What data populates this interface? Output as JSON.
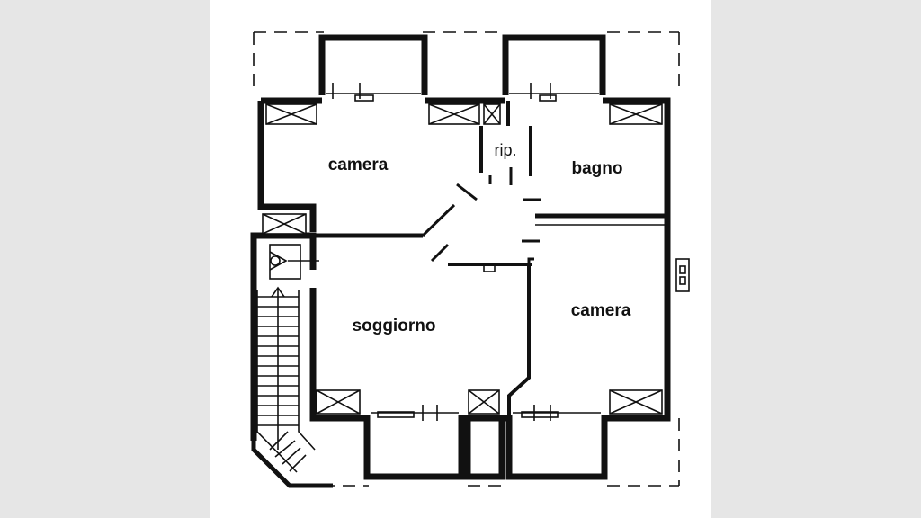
{
  "plan": {
    "rooms": [
      {
        "key": "camera-top-left",
        "label": "camera"
      },
      {
        "key": "ripostiglio",
        "label": "rip."
      },
      {
        "key": "bagno",
        "label": "bagno"
      },
      {
        "key": "soggiorno",
        "label": "soggiorno"
      },
      {
        "key": "camera-right",
        "label": "camera"
      }
    ]
  },
  "colors": {
    "wall": "#111111",
    "background": "#ffffff",
    "page": "#e6e6e6"
  }
}
